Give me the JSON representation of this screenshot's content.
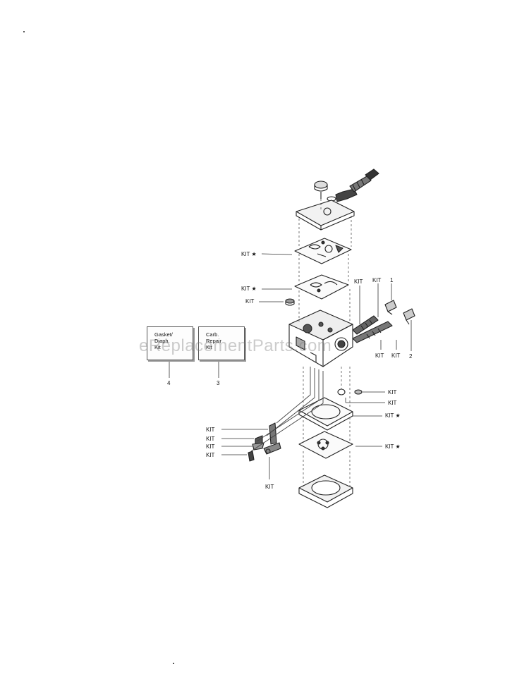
{
  "callouts": {
    "kit_star_upper": "KIT ★",
    "kit_star_middle": "KIT ★",
    "kit_screen": "KIT",
    "kit_needle_a": "KIT",
    "kit_needle_b": "KIT",
    "num_1": "1",
    "num_2": "2",
    "kit_bottom_a": "KIT",
    "kit_bottom_b": "KIT",
    "kit_right_1": "KIT",
    "kit_right_2": "KIT",
    "kit_star_gasket": "KIT ★",
    "kit_star_diaphragm": "KIT ★",
    "kit_left_1": "KIT",
    "kit_left_2": "KIT",
    "kit_left_3": "KIT",
    "kit_left_4": "KIT",
    "kit_lever": "KIT"
  },
  "kits": [
    {
      "lines": [
        "Gasket/",
        "Diaph.",
        "Kit"
      ],
      "number": "4"
    },
    {
      "lines": [
        "Carb.",
        "Repair",
        "Kit"
      ],
      "number": "3"
    }
  ],
  "watermark": "eReplacementParts.com"
}
